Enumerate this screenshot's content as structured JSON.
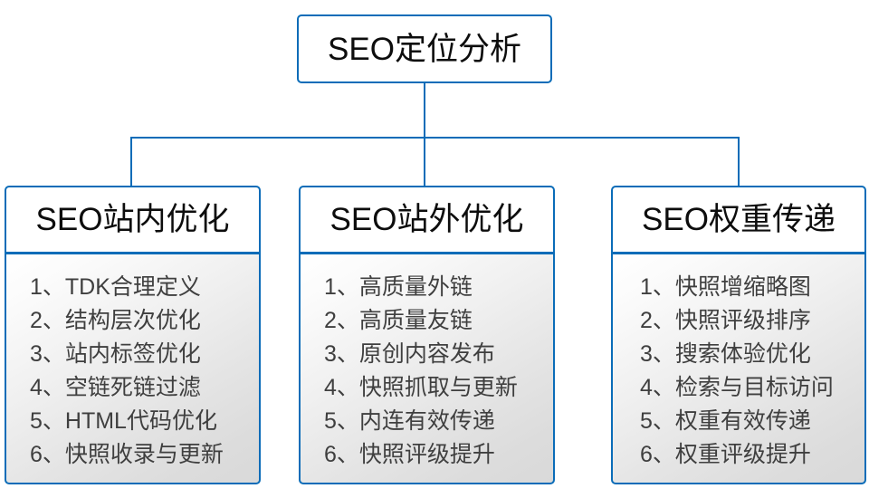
{
  "diagram": {
    "type": "organization-tree",
    "accent_color": "#0A6CB8",
    "header_text_color": "#0d0d0d",
    "list_text_color": "#3f3f3f",
    "background_color": "#ffffff",
    "root": {
      "label": "SEO定位分析"
    },
    "branches": [
      {
        "title": "SEO站内优化",
        "items": [
          "1、TDK合理定义",
          "2、结构层次优化",
          "3、站内标签优化",
          "4、空链死链过滤",
          "5、HTML代码优化",
          "6、快照收录与更新"
        ]
      },
      {
        "title": "SEO站外优化",
        "items": [
          "1、高质量外链",
          "2、高质量友链",
          "3、原创内容发布",
          "4、快照抓取与更新",
          "5、内连有效传递",
          "6、快照评级提升"
        ]
      },
      {
        "title": "SEO权重传递",
        "items": [
          "1、快照增缩略图",
          "2、快照评级排序",
          "3、搜索体验优化",
          "4、检索与目标访问",
          "5、权重有效传递",
          "6、权重评级提升"
        ]
      }
    ]
  }
}
